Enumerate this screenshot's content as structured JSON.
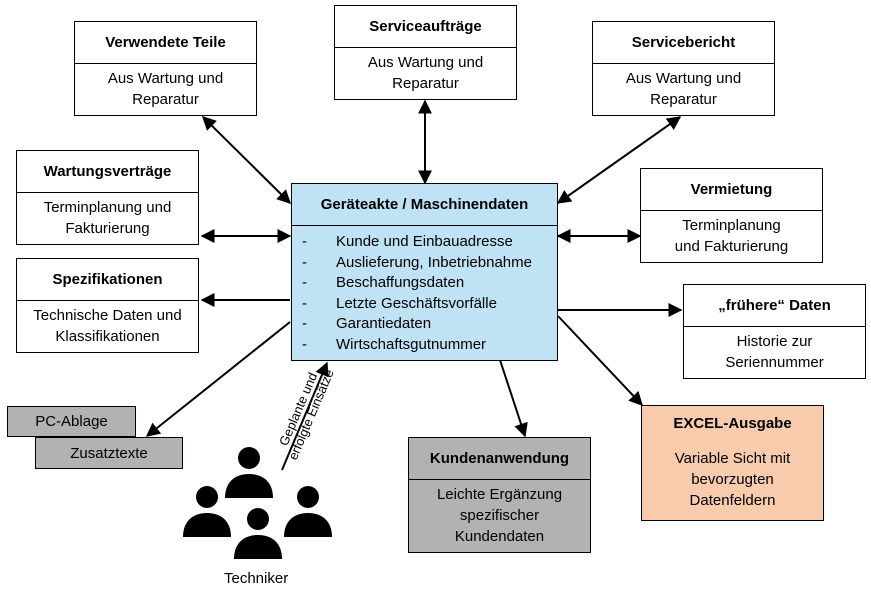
{
  "center": {
    "title": "Geräteakte / Maschinendaten",
    "items": [
      "Kunde und Einbauadresse",
      "Auslieferung, Inbetriebnahme",
      "Beschaffungsdaten",
      "Letzte Geschäftsvorfälle",
      "Garantiedaten",
      "Wirtschaftsgutnummer"
    ],
    "bullet": "-"
  },
  "boxes": {
    "verwendete_teile": {
      "title": "Verwendete Teile",
      "lines": [
        "Aus Wartung und",
        "Reparatur"
      ]
    },
    "serviceauftraege": {
      "title": "Serviceaufträge",
      "lines": [
        "Aus Wartung und",
        "Reparatur"
      ]
    },
    "servicebericht": {
      "title": "Servicebericht",
      "lines": [
        "Aus Wartung und",
        "Reparatur"
      ]
    },
    "wartungsvertraege": {
      "title": "Wartungsverträge",
      "lines": [
        "Terminplanung und",
        "Fakturierung"
      ]
    },
    "vermietung": {
      "title": "Vermietung",
      "lines": [
        "Terminplanung",
        "und Fakturierung"
      ]
    },
    "spezifikationen": {
      "title": "Spezifikationen",
      "lines": [
        "Technische Daten und",
        "Klassifikationen"
      ]
    },
    "fruehere_daten": {
      "title": "„frühere“ Daten",
      "lines": [
        "Historie zur",
        "Seriennummer"
      ]
    },
    "kundenanwendung": {
      "title": "Kundenanwendung",
      "lines": [
        "Leichte Ergänzung",
        "spezifischer",
        "Kundendaten"
      ]
    },
    "excel_ausgabe": {
      "title": "EXCEL-Ausgabe",
      "lines": [
        "Variable Sicht mit",
        "bevorzugten",
        "Datenfeldern"
      ]
    }
  },
  "pc_ablage": "PC-Ablage",
  "zusatztexte": "Zusatztexte",
  "techniker_label": "Techniker",
  "einsaetze_label": [
    "Geplante und",
    "erfolgte Einsätze"
  ],
  "colors": {
    "center_fill": "#c0e2f5",
    "grey_fill": "#b3b1b1",
    "orange_fill": "#f8cbad",
    "outline": "#000000"
  },
  "icons": [
    "person-icon",
    "person-icon",
    "person-icon",
    "person-icon",
    "person-icon"
  ]
}
